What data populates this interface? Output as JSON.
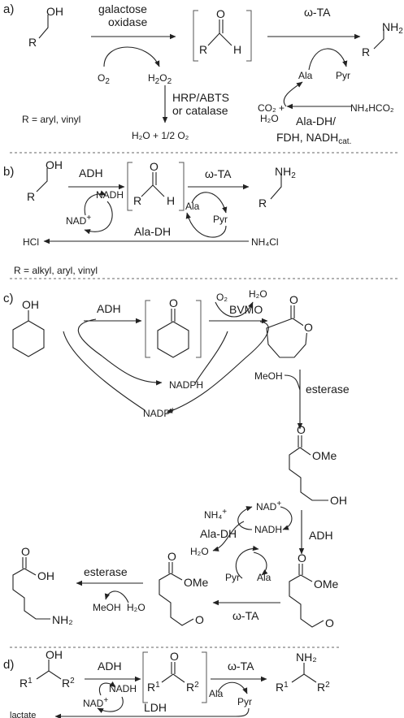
{
  "panel_a": {
    "label": "a)",
    "oh": "OH",
    "r": "R",
    "enzyme1_line1": "galactose",
    "enzyme1_line2": "oxidase",
    "r_ald": "R",
    "o_ald": "O",
    "h_ald": "H",
    "o2": "O",
    "o2_sub": "2",
    "h2o2_h": "H",
    "h2o2_2a": "2",
    "h2o2_o": "O",
    "h2o2_2b": "2",
    "omega_ta": "ω-TA",
    "nh2": "NH",
    "nh2_sub": "2",
    "r_amine": "R",
    "ala": "Ala",
    "pyr": "Pyr",
    "hrp_line1": "HRP/ABTS",
    "hrp_line2": "or catalase",
    "water_eq": "H₂O + 1/2 O₂",
    "r_def": "R = aryl, vinyl",
    "co2_line1": "CO₂ +",
    "co2_line2": "H₂O",
    "nh4hco2": "NH₄HCO₂",
    "aladh_line1": "Ala-DH/",
    "aladh_line2": "FDH, NADH",
    "aladh_sub": "cat."
  },
  "panel_b": {
    "label": "b)",
    "oh": "OH",
    "r": "R",
    "adh": "ADH",
    "nadh": "NADH",
    "nad": "NAD",
    "nad_sup": "+",
    "r_ald": "R",
    "o_ald": "O",
    "h_ald": "H",
    "omega_ta": "ω-TA",
    "ala": "Ala",
    "pyr": "Pyr",
    "nh2": "NH",
    "nh2_sub": "2",
    "r_amine": "R",
    "hcl": "HCl",
    "aladh": "Ala-DH",
    "nh4cl": "NH₄Cl",
    "r_def": "R = alkyl, aryl, vinyl"
  },
  "panel_c": {
    "label": "c)",
    "oh": "OH",
    "adh": "ADH",
    "o_ketone": "O",
    "o2": "O₂",
    "bvmo": "BVMO",
    "h2o": "H₂O",
    "o_lactone_co": "O",
    "o_lactone_ring": "O",
    "nadph": "NADPH",
    "nadp": "NADP",
    "nadp_sup": "+",
    "meoh": "MeOH",
    "esterase1": "esterase",
    "o_ester": "O",
    "ome_ester": "OMe",
    "oh_ester": "OH",
    "nh4": "NH₄",
    "nh4_sup": "+",
    "nad": "NAD",
    "nad_sup": "+",
    "adh2": "ADH",
    "aladh": "Ala-DH",
    "nadh": "NADH",
    "h2o_left": "H₂O",
    "pyr": "Pyr",
    "ala": "Ala",
    "o_ald_ester_top": "O",
    "ome_ald_ester": "OMe",
    "o_ald_end": "O",
    "omega_ta": "ω-TA",
    "o_mid_top": "O",
    "ome_mid": "OMe",
    "o_mid_end": "O",
    "esterase2": "esterase",
    "meoh2": "MeOH",
    "h2o_2": "H₂O",
    "o_acid": "O",
    "oh_acid": "OH",
    "nh2_acid": "NH₂"
  },
  "panel_d": {
    "label": "d)",
    "oh": "OH",
    "r1": "R",
    "r1_sup": "1",
    "r2": "R",
    "r2_sup": "2",
    "adh": "ADH",
    "nadh": "NADH",
    "nad": "NAD",
    "nad_sup": "+",
    "o_ketone": "O",
    "k_r1": "R",
    "k_r1_sup": "1",
    "k_r2": "R",
    "k_r2_sup": "2",
    "ala": "Ala",
    "omega_ta": "ω-TA",
    "pyr": "Pyr",
    "nh2": "NH₂",
    "a_r1": "R",
    "a_r1_sup": "1",
    "a_r2": "R",
    "a_r2_sup": "2",
    "ldh": "LDH",
    "lactate": "lactate"
  }
}
